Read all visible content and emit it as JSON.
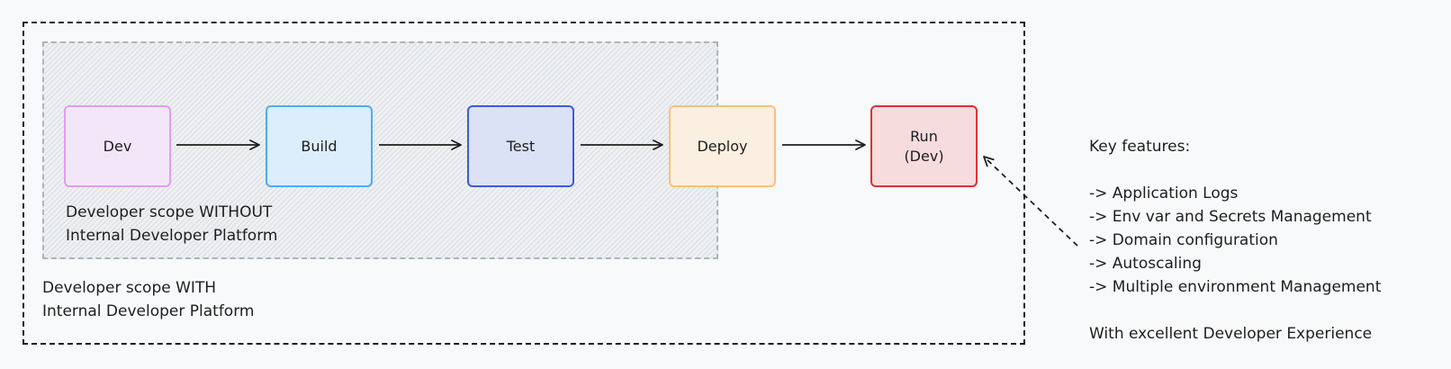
{
  "stages": [
    {
      "label": "Dev"
    },
    {
      "label": "Build"
    },
    {
      "label": "Test"
    },
    {
      "label": "Deploy"
    },
    {
      "label": "Run\n(Dev)"
    }
  ],
  "scopes": {
    "without": "Developer scope WITHOUT\nInternal Developer Platform",
    "with": "Developer scope WITH\nInternal Developer Platform"
  },
  "features": {
    "heading": "Key features:",
    "items": [
      "-> Application Logs",
      "-> Env var and Secrets Management",
      "-> Domain configuration",
      "-> Autoscaling",
      "-> Multiple environment Management"
    ],
    "footer": "With excellent Developer Experience"
  }
}
